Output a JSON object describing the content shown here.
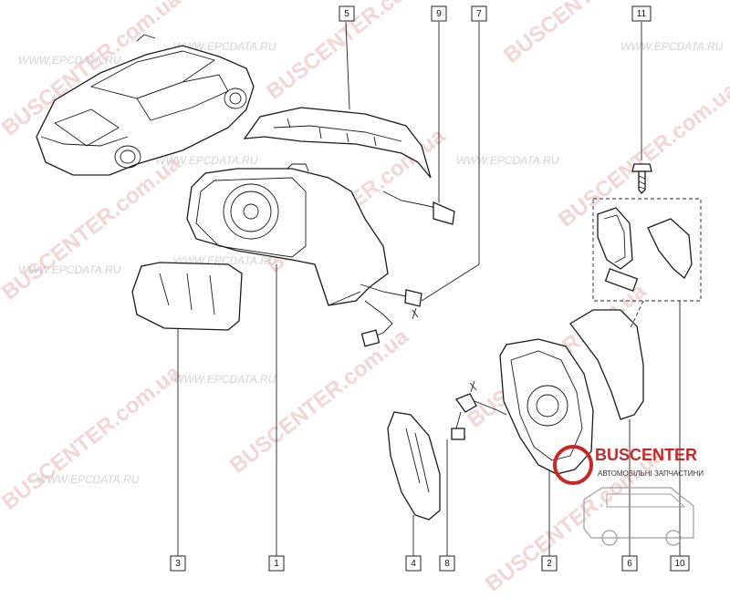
{
  "watermarks": {
    "brand": "BUSCENTER",
    "site_ua": "BUSCENTER.com.ua",
    "site_epc": "WWW.EPCDATA.RU"
  },
  "callouts": [
    {
      "id": "callout-1",
      "label": "1"
    },
    {
      "id": "callout-2",
      "label": "2"
    },
    {
      "id": "callout-3",
      "label": "3"
    },
    {
      "id": "callout-4",
      "label": "4"
    },
    {
      "id": "callout-5",
      "label": "5"
    },
    {
      "id": "callout-6",
      "label": "6"
    },
    {
      "id": "callout-7",
      "label": "7"
    },
    {
      "id": "callout-8",
      "label": "8"
    },
    {
      "id": "callout-9",
      "label": "9"
    },
    {
      "id": "callout-10",
      "label": "10"
    },
    {
      "id": "callout-11",
      "label": "11"
    }
  ],
  "logo": {
    "name": "BUSCENTER",
    "tagline": "АВТОМОБІЛЬНІ ЗАПЧАСТИНИ"
  },
  "colors": {
    "watermark_red": "#e8b4b4",
    "line": "#1a1a1a",
    "brand_red": "#c62828"
  }
}
